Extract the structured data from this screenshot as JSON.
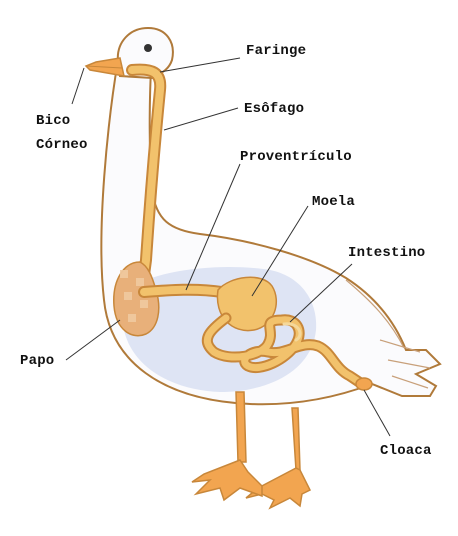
{
  "diagram": {
    "labels": {
      "faringe": "Faringe",
      "esofago": "Esôfago",
      "bico_line1": "Bico",
      "bico_line2": "Córneo",
      "proventriculo": "Proventrículo",
      "moela": "Moela",
      "intestino": "Intestino",
      "papo": "Papo",
      "cloaca": "Cloaca"
    },
    "colors": {
      "body_fill": "#fbfbfd",
      "body_outline": "#b07a3a",
      "belly_fill": "#d8dff2",
      "digestive_tract": "#f2c26c",
      "digestive_outline": "#c8873a",
      "beak_and_feet": "#f2a550",
      "crop": "#e8b07a"
    }
  }
}
